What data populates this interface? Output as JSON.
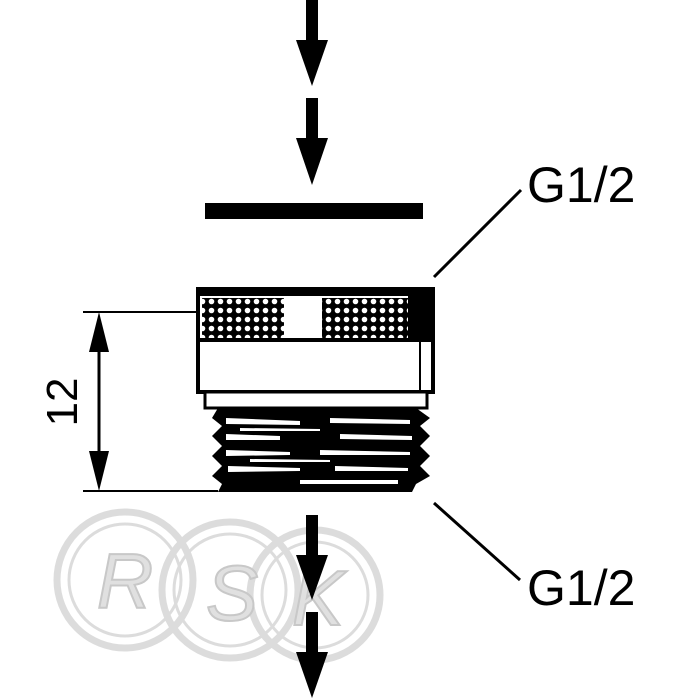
{
  "labels": {
    "thread_top": "G1/2",
    "thread_bottom": "G1/2",
    "dimension": "12"
  },
  "watermark": {
    "letters": [
      "R",
      "S",
      "K"
    ],
    "color": "#d6d6d6"
  },
  "colors": {
    "line": "#000000",
    "background": "#ffffff"
  }
}
